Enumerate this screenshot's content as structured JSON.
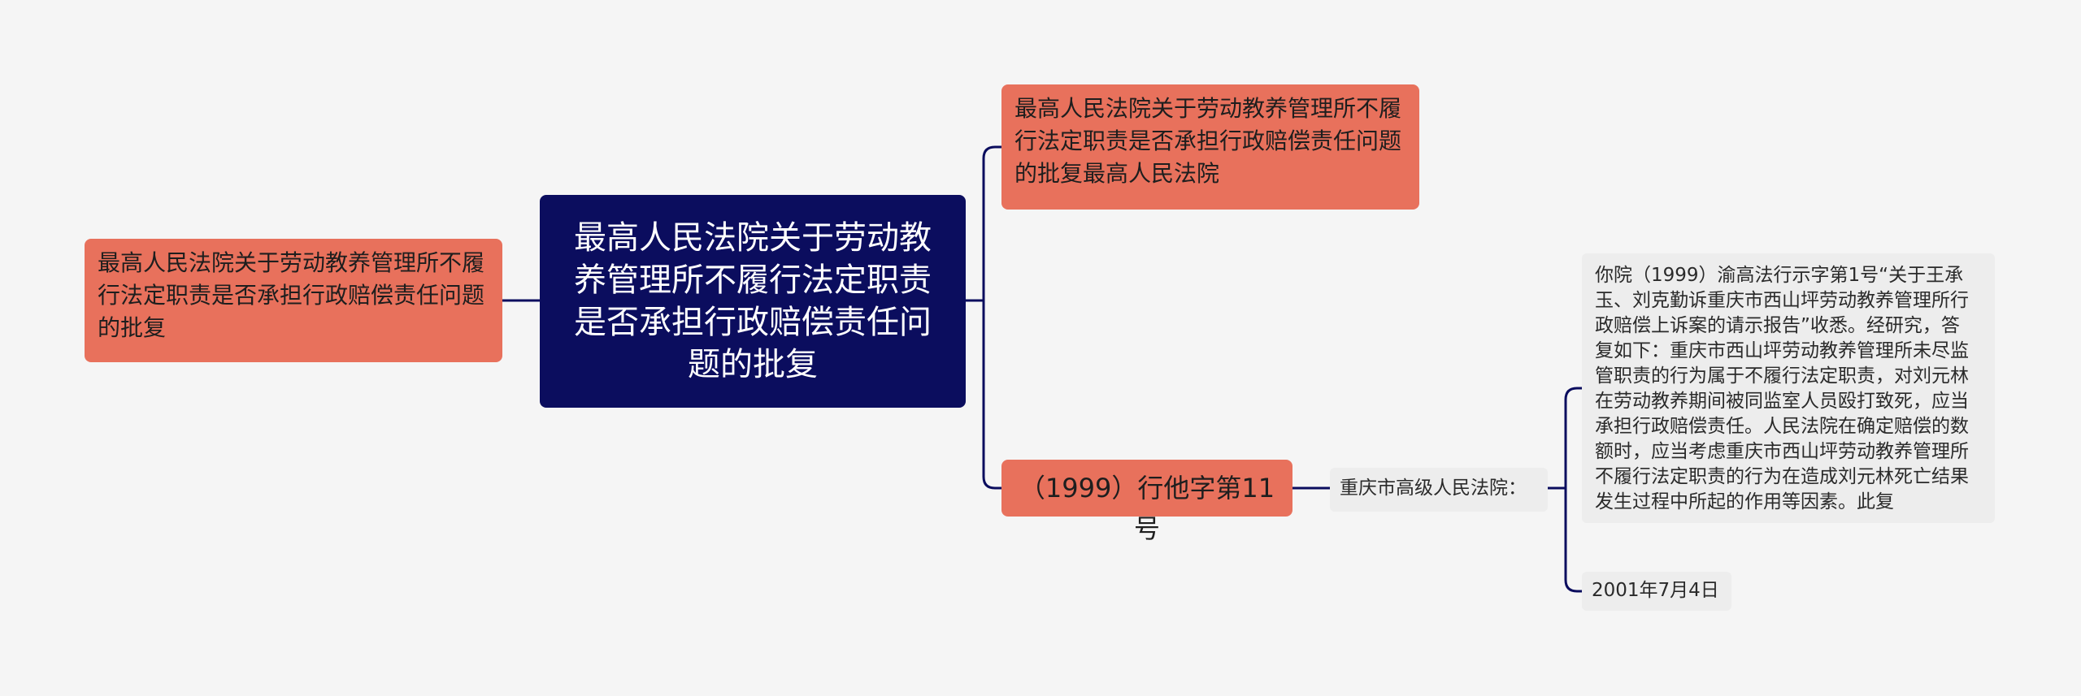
{
  "root": {
    "title": "最高人民法院关于劳动教养管理所不履行法定职责是否承担行政赔偿责任问题的批复"
  },
  "left": {
    "title": "最高人民法院关于劳动教养管理所不履行法定职责是否承担行政赔偿责任问题的批复"
  },
  "right": [
    {
      "title": "最高人民法院关于劳动教养管理所不履行法定职责是否承担行政赔偿责任问题的批复最高人民法院"
    },
    {
      "title": "（1999）行他字第11号",
      "child": {
        "title": "重庆市高级人民法院：",
        "children": [
          {
            "text": "你院（1999）渝高法行示字第1号“关于王承\n玉、刘克勤诉重庆市西山坪劳动教养管理所行\n政赔偿上诉案的请示报告”收悉。经研究，答\n复如下：重庆市西山坪劳动教养管理所未尽监\n管职责的行为属于不履行法定职责，对刘元林\n在劳动教养期间被同监室人员殴打致死，应当\n承担行政赔偿责任。人民法院在确定赔偿的数\n额时，应当考虑重庆市西山坪劳动教养管理所\n不履行法定职责的行为在造成刘元林死亡结果\n发生过程中所起的作用等因素。此复"
          },
          {
            "text": "2001年7月4日"
          }
        ]
      }
    }
  ],
  "colors": {
    "background": "#f5f5f5",
    "root_fill": "#0b0d5e",
    "branch_fill": "#e8715c",
    "leaf_fill": "#ededed",
    "connector": "#0b0d5e"
  }
}
